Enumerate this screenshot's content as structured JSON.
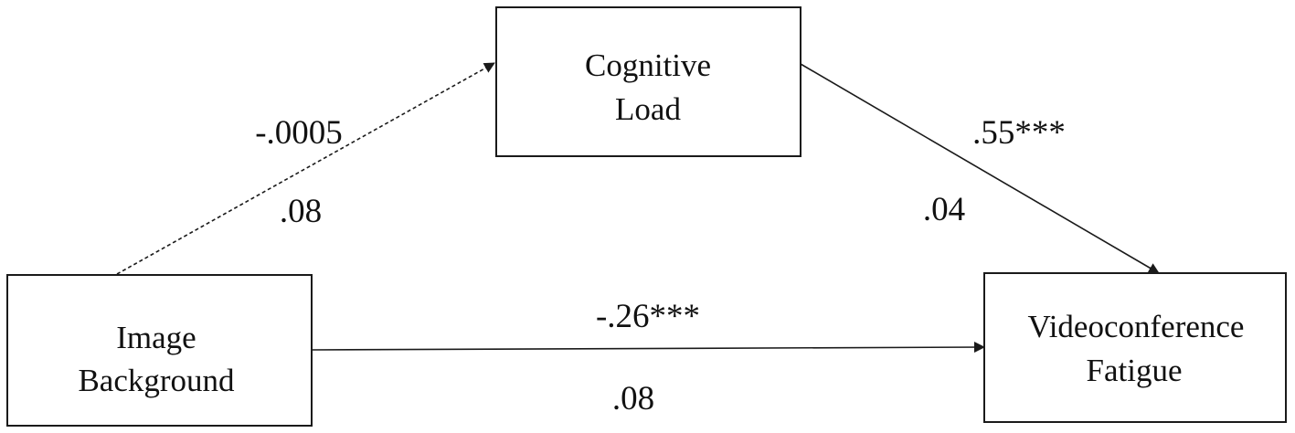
{
  "nodes": {
    "cognitive_load": {
      "line1": "Cognitive",
      "line2": "Load"
    },
    "image_background": {
      "line1": "Image",
      "line2": "Background"
    },
    "videoconference_fatigue": {
      "line1": "Videoconference",
      "line2": "Fatigue"
    }
  },
  "paths": {
    "a_path": {
      "from": "Image Background",
      "to": "Cognitive Load",
      "style": "dashed",
      "coefficient": "-.0005",
      "se": ".08"
    },
    "b_path": {
      "from": "Cognitive Load",
      "to": "Videoconference Fatigue",
      "style": "solid",
      "coefficient": ".55***",
      "se": ".04"
    },
    "c_path": {
      "from": "Image Background",
      "to": "Videoconference Fatigue",
      "style": "solid",
      "coefficient": "-.26***",
      "se": ".08"
    }
  }
}
